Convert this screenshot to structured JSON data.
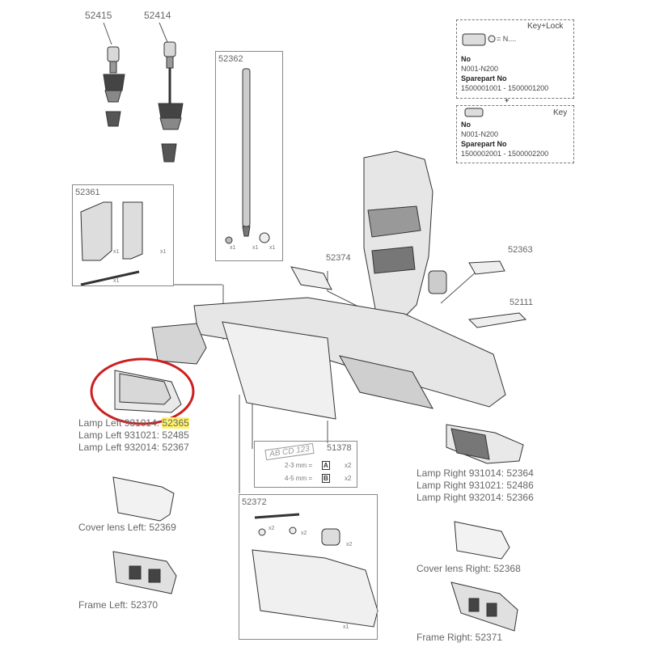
{
  "top_parts": {
    "p1": "52415",
    "p2": "52414"
  },
  "box52362": {
    "number": "52362",
    "qty1": "x1",
    "qty2": "x1",
    "qty3": "x1"
  },
  "box52361": {
    "number": "52361",
    "qty1": "x1",
    "qty2": "x1",
    "qty3": "x1"
  },
  "keylock": {
    "title": "Key+Lock",
    "symbol": "= N....",
    "no_label": "No",
    "no_range": "N001-N200",
    "sp_label": "Sparepart No",
    "sp_range": "1500001001 - 1500001200",
    "plus": "+"
  },
  "key": {
    "title": "Key",
    "no_label": "No",
    "no_range": "N001-N200",
    "sp_label": "Sparepart No",
    "sp_range": "1500002001 - 1500002200"
  },
  "callouts": {
    "c1": "52374",
    "c2": "52363",
    "c3": "52111"
  },
  "lamp_left": {
    "line1_prefix": "Lamp Left 931014: ",
    "line1_part": "52365",
    "line2": "Lamp Left 931021: 52485",
    "line3": "Lamp Left 932014: 52367"
  },
  "box51378": {
    "number": "51378",
    "plate": "AB CD 123",
    "row1": "2-3 mm =",
    "row1_letter": "A",
    "row1_qty": "x2",
    "row2": "4-5 mm =",
    "row2_letter": "B",
    "row2_qty": "x2"
  },
  "lamp_right": {
    "line1": "Lamp Right 931014: 52364",
    "line2": "Lamp Right 931021: 52486",
    "line3": "Lamp Right 932014: 52366"
  },
  "box52372": {
    "number": "52372",
    "qty1": "x2",
    "qty2": "x2",
    "qty3": "x2",
    "qty4": "x1"
  },
  "cover_left": "Cover lens Left: 52369",
  "cover_right": "Cover lens Right: 52368",
  "frame_left": "Frame Left: 52370",
  "frame_right": "Frame Right: 52371",
  "colors": {
    "highlight": "#fff36b",
    "circle": "#cc1f1f"
  }
}
